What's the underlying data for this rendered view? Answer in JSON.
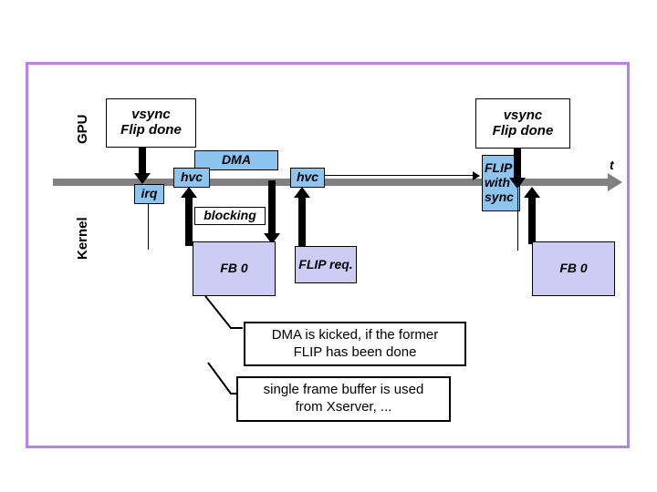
{
  "slide": {
    "frame_color": "#b97ff5",
    "background": "#ffffff"
  },
  "lanes": [
    {
      "id": "gpu",
      "label": "GPU"
    },
    {
      "id": "kernel",
      "label": "Kernel"
    }
  ],
  "timeline": {
    "axis_label": "t",
    "color": "#808080"
  },
  "gpu_events": [
    {
      "id": "vsync-left",
      "line1": "vsync",
      "line2": "Flip done",
      "text": "vsync\nFlip done"
    },
    {
      "id": "vsync-right",
      "line1": "vsync",
      "line2": "Flip done",
      "text": "vsync\nFlip done"
    }
  ],
  "boundary_boxes": [
    {
      "id": "irq",
      "label": "irq",
      "color": "#8cc5f0"
    },
    {
      "id": "hvc-1",
      "label": "hvc",
      "color": "#8cc5f0"
    },
    {
      "id": "dma",
      "label": "DMA",
      "color": "#8cc5f0"
    },
    {
      "id": "hvc-2",
      "label": "hvc",
      "color": "#8cc5f0"
    },
    {
      "id": "flip-sync",
      "label": "FLIP\nwith\nsync",
      "color": "#8cc5f0"
    }
  ],
  "kernel_boxes": [
    {
      "id": "blocking",
      "label": "blocking",
      "color": "#ffffff"
    },
    {
      "id": "fb0-left",
      "label": "FB 0",
      "color": "#ccccf5"
    },
    {
      "id": "flip-req",
      "label": "FLIP req.",
      "color": "#ccccf5"
    },
    {
      "id": "fb0-right",
      "label": "FB 0",
      "color": "#ccccf5"
    }
  ],
  "callouts": [
    {
      "id": "callout-dma",
      "text": "DMA is kicked, if the former\nFLIP has been done"
    },
    {
      "id": "callout-fb",
      "text": "single frame buffer is used\nfrom Xserver, ..."
    }
  ]
}
